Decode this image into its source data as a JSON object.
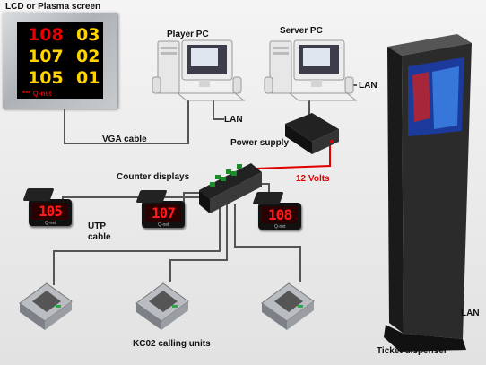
{
  "labels": {
    "lcd_title": "LCD or Plasma screen",
    "player_pc": "Player PC",
    "server_pc": "Server PC",
    "lan_top": "LAN",
    "lan_player": "LAN",
    "vga_cable": "VGA cable",
    "power_supply": "Power supply",
    "volts": "12 Volts",
    "counter_displays": "Counter displays",
    "utp_cable_1": "UTP",
    "utp_cable_2": "cable",
    "calling_units": "KC02 calling units",
    "ticket_dispenser": "Ticket dispenser",
    "lan_dispenser": "LAN"
  },
  "lcd": {
    "rows": [
      {
        "ticket": "108",
        "counter": "03"
      },
      {
        "ticket": "107",
        "counter": "02"
      },
      {
        "ticket": "105",
        "counter": "01"
      }
    ],
    "brand": "*** Q-net"
  },
  "counters": [
    {
      "number": "105",
      "brand": "Q-net"
    },
    {
      "number": "107",
      "brand": "Q-net"
    },
    {
      "number": "108",
      "brand": "Q-net"
    }
  ],
  "colors": {
    "lcd_ticket_first": "#e60000",
    "lcd_ticket_other": "#ffd400",
    "lcd_counter": "#ffd400",
    "cable": "#555555",
    "power_cable": "#e00000"
  }
}
